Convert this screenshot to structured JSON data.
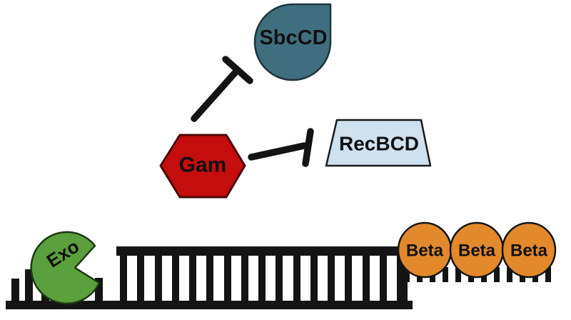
{
  "figure": {
    "background": "#ffffff",
    "nodes": {
      "sbccd": {
        "label": "SbcCD",
        "fill": "#3f6f7e",
        "stroke": "#20343c",
        "shape": "teardrop"
      },
      "gam": {
        "label": "Gam",
        "fill": "#c40d0d",
        "stroke": "#4a0808",
        "shape": "hexagon"
      },
      "recbcd": {
        "label": "RecBCD",
        "fill": "#cfe0ef",
        "stroke": "#1a1a1a",
        "shape": "trapezoid"
      },
      "exo": {
        "label": "Exo",
        "fill": "#5aa03c",
        "stroke": "#1d3a14",
        "shape": "pacman"
      },
      "beta": {
        "labels": [
          "Beta",
          "Beta",
          "Beta"
        ],
        "fill": "#e2892b",
        "stroke": "#141414",
        "shape": "circle"
      }
    },
    "edges": [
      {
        "from": "Gam",
        "to": "SbcCD",
        "type": "inhibition"
      },
      {
        "from": "Gam",
        "to": "RecBCD",
        "type": "inhibition"
      }
    ],
    "dna": {
      "color": "#141414"
    }
  }
}
